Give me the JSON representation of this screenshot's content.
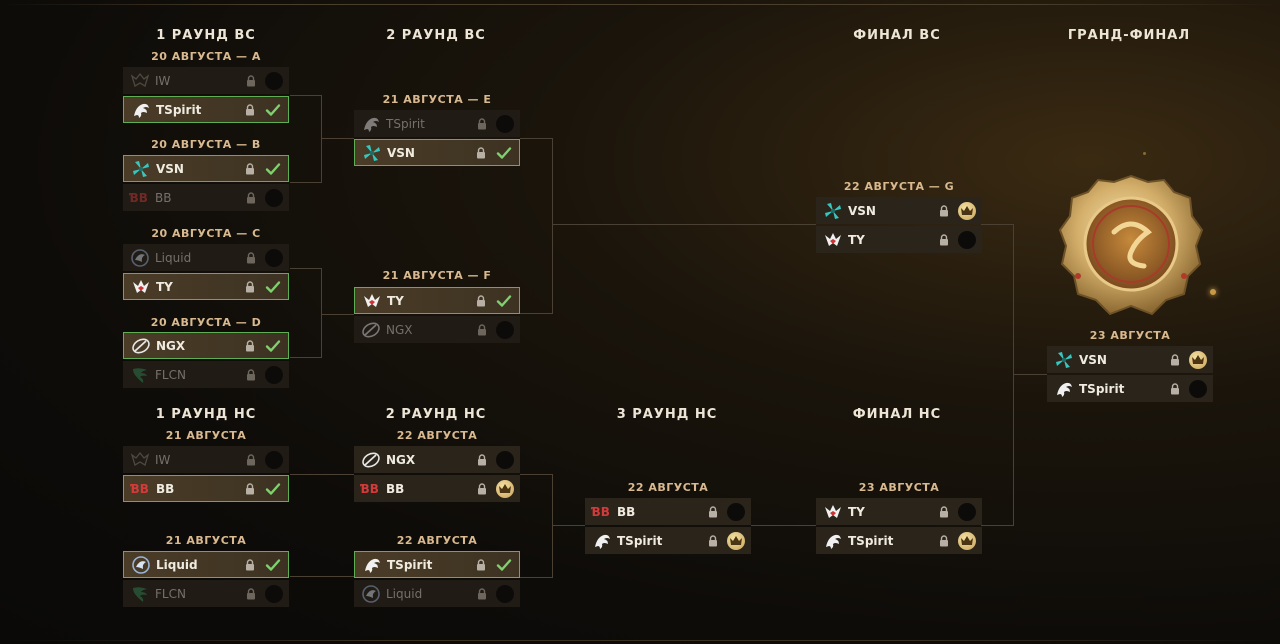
{
  "headings": {
    "ub_r1": "1 РАУНД ВС",
    "ub_r2": "2 РАУНД ВС",
    "ub_final": "ФИНАЛ ВС",
    "grand_final": "ГРАНД-ФИНАЛ",
    "lb_r1": "1 РАУНД НС",
    "lb_r2": "2 РАУНД НС",
    "lb_r3": "3 РАУНД НС",
    "lb_final": "ФИНАЛ НС"
  },
  "matches": {
    "A": {
      "date": "20 АВГУСТА — A",
      "teams": [
        {
          "name": "IW",
          "logo": "iw",
          "state": "lose",
          "result": "circle"
        },
        {
          "name": "TSpirit",
          "logo": "spirit",
          "state": "win",
          "result": "check"
        }
      ]
    },
    "B": {
      "date": "20 АВГУСТА — B",
      "teams": [
        {
          "name": "VSN",
          "logo": "vsn",
          "state": "win",
          "result": "check"
        },
        {
          "name": "BB",
          "logo": "bb",
          "state": "lose",
          "result": "circle"
        }
      ]
    },
    "C": {
      "date": "20 АВГУСТА — C",
      "teams": [
        {
          "name": "Liquid",
          "logo": "liquid",
          "state": "lose",
          "result": "circle"
        },
        {
          "name": "TY",
          "logo": "ty",
          "state": "win",
          "result": "check"
        }
      ]
    },
    "D": {
      "date": "20 АВГУСТА — D",
      "teams": [
        {
          "name": "NGX",
          "logo": "ngx",
          "state": "win",
          "result": "check"
        },
        {
          "name": "FLCN",
          "logo": "flcn",
          "state": "lose",
          "result": "circle"
        }
      ]
    },
    "E": {
      "date": "21 АВГУСТА — E",
      "teams": [
        {
          "name": "TSpirit",
          "logo": "spirit",
          "state": "lose",
          "result": "circle"
        },
        {
          "name": "VSN",
          "logo": "vsn",
          "state": "win",
          "result": "check"
        }
      ]
    },
    "F": {
      "date": "21 АВГУСТА — F",
      "teams": [
        {
          "name": "TY",
          "logo": "ty",
          "state": "win",
          "result": "check"
        },
        {
          "name": "NGX",
          "logo": "ngx",
          "state": "lose",
          "result": "circle"
        }
      ]
    },
    "G": {
      "date": "22 АВГУСТА — G",
      "teams": [
        {
          "name": "VSN",
          "logo": "vsn",
          "state": "normal",
          "result": "crown"
        },
        {
          "name": "TY",
          "logo": "ty",
          "state": "normal",
          "result": "circle"
        }
      ]
    },
    "GF": {
      "date": "23 АВГУСТА",
      "teams": [
        {
          "name": "VSN",
          "logo": "vsn",
          "state": "normal",
          "result": "crown"
        },
        {
          "name": "TSpirit",
          "logo": "spirit",
          "state": "normal",
          "result": "circle"
        }
      ]
    },
    "LB1a": {
      "date": "21 АВГУСТА",
      "teams": [
        {
          "name": "IW",
          "logo": "iw",
          "state": "lose",
          "result": "circle"
        },
        {
          "name": "BB",
          "logo": "bb",
          "state": "win",
          "result": "check"
        }
      ]
    },
    "LB1b": {
      "date": "21 АВГУСТА",
      "teams": [
        {
          "name": "Liquid",
          "logo": "liquid",
          "state": "win",
          "result": "check"
        },
        {
          "name": "FLCN",
          "logo": "flcn",
          "state": "lose",
          "result": "circle"
        }
      ]
    },
    "LB2a": {
      "date": "22 АВГУСТА",
      "teams": [
        {
          "name": "NGX",
          "logo": "ngx",
          "state": "normal",
          "result": "circle"
        },
        {
          "name": "BB",
          "logo": "bb",
          "state": "normal",
          "result": "crown"
        }
      ]
    },
    "LB2b": {
      "date": "22 АВГУСТА",
      "teams": [
        {
          "name": "TSpirit",
          "logo": "spirit",
          "state": "win",
          "result": "check"
        },
        {
          "name": "Liquid",
          "logo": "liquid",
          "state": "lose",
          "result": "circle"
        }
      ]
    },
    "LB3": {
      "date": "22 АВГУСТА",
      "teams": [
        {
          "name": "BB",
          "logo": "bb",
          "state": "normal",
          "result": "circle"
        },
        {
          "name": "TSpirit",
          "logo": "spirit",
          "state": "normal",
          "result": "crown"
        }
      ]
    },
    "LBF": {
      "date": "23 АВГУСТА",
      "teams": [
        {
          "name": "TY",
          "logo": "ty",
          "state": "normal",
          "result": "circle"
        },
        {
          "name": "TSpirit",
          "logo": "spirit",
          "state": "normal",
          "result": "crown"
        }
      ]
    }
  },
  "colors": {
    "win_border": "#5fae56",
    "date": "#d9b98f",
    "crown": "#e2c27a"
  },
  "icons": {
    "lock": "lock-icon",
    "check": "check-icon",
    "crown": "crown-icon",
    "trophy": "aegis-trophy-icon"
  }
}
